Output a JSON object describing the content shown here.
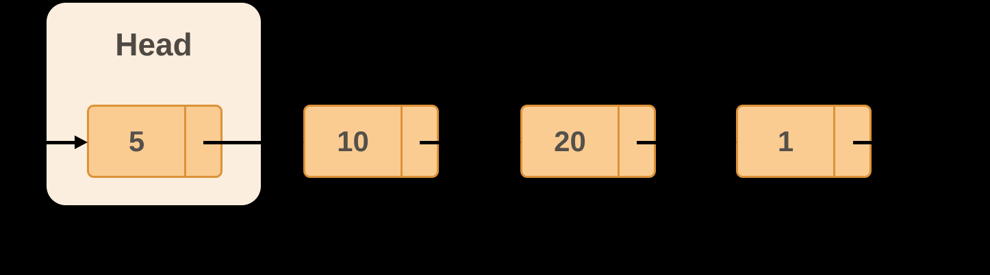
{
  "diagram": {
    "kind": "singly-linked-list",
    "head_label": "Head",
    "nodes": [
      {
        "value": "5"
      },
      {
        "value": "10"
      },
      {
        "value": "20"
      },
      {
        "value": "1"
      }
    ],
    "colors": {
      "background": "#000000",
      "head_box_fill": "#FCEEDE",
      "node_fill": "#FACC92",
      "node_border": "#DC9237",
      "label_text": "#4E4943",
      "value_text": "#55504A",
      "arrow": "#000000"
    }
  }
}
